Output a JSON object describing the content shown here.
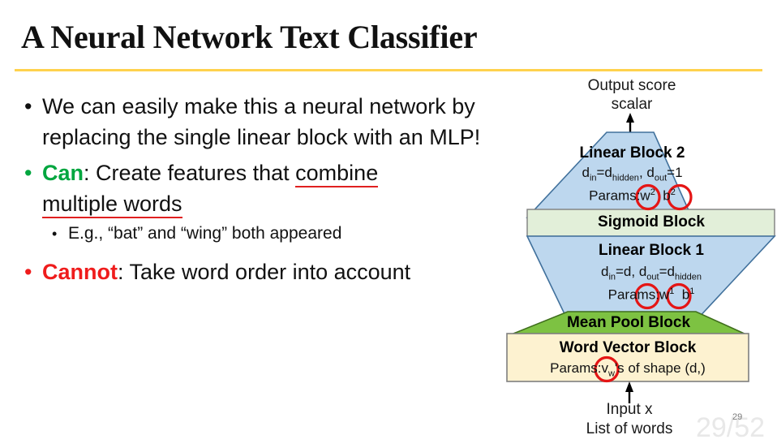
{
  "slide": {
    "title": "A Neural Network Text Classifier",
    "page_number_large": "29/52",
    "page_number_small": "29",
    "accent_rule_color": "#ffd24d"
  },
  "bullets": [
    {
      "level": 1,
      "marker": "•",
      "marker_color": "#111111",
      "text": "We can easily make this a neural network by replacing the single linear block with an MLP!"
    },
    {
      "level": 1,
      "marker": "•",
      "marker_color": "#00a63f",
      "keyword": "Can",
      "keyword_color": "#00a63f",
      "after_keyword": ": Create features that ",
      "underlined_1": "combine",
      "underlined_2": "multiple words"
    },
    {
      "level": 2,
      "marker": "•",
      "marker_color": "#111111",
      "text": "E.g., “bat” and “wing” both appeared"
    },
    {
      "level": 1,
      "marker": "•",
      "marker_color": "#ef1c1c",
      "keyword": "Cannot",
      "keyword_color": "#ef1c1c",
      "after_keyword": ": Take word order into account"
    }
  ],
  "diagram": {
    "top_label_line1": "Output score",
    "top_label_line2": "scalar",
    "bottom_label_line1": "Input x",
    "bottom_label_line2": "List of words",
    "blocks": [
      {
        "id": "linear-block-2",
        "title": "Linear Block 2",
        "sub1_pre": "d",
        "sub1_sub1": "in",
        "sub1_mid": "=d",
        "sub1_sub2": "hidden",
        "sub1_mid2": ", d",
        "sub1_sub3": "out",
        "sub1_end": "=1",
        "sub2_label": "Params:",
        "param1": "w",
        "param1_sup": "2",
        "param2": "b",
        "param2_sup": "2",
        "fill": "#bdd7ee",
        "stroke": "#41719c",
        "shape": "trapezoid-up"
      },
      {
        "id": "sigmoid-block",
        "title": "Sigmoid Block",
        "fill": "#e2efd9",
        "stroke": "#7f7f7f",
        "shape": "rect"
      },
      {
        "id": "linear-block-1",
        "title": "Linear Block 1",
        "sub1_pre": "d",
        "sub1_sub1": "in",
        "sub1_mid": "=d, d",
        "sub1_sub2": "out",
        "sub1_mid2": "=d",
        "sub1_sub3": "hidden",
        "sub1_end": "",
        "sub2_label": "Params:",
        "param1": "w",
        "param1_sup": "1",
        "param2": "b",
        "param2_sup": "1",
        "fill": "#bdd7ee",
        "stroke": "#41719c",
        "shape": "trapezoid-down"
      },
      {
        "id": "mean-pool-block",
        "title": "Mean Pool Block",
        "fill": "#7dc242",
        "stroke": "#3f6e1c",
        "shape": "trapezoid-up"
      },
      {
        "id": "word-vector-block",
        "title": "Word Vector Block",
        "sub2_label": "Params:",
        "param1": "v",
        "param1_sub": "w",
        "param_tail": "'s of shape (d,)",
        "fill": "#fdf2d0",
        "stroke": "#7f7f7f",
        "shape": "rect"
      }
    ],
    "annotation_circle_color": "#e51515"
  }
}
